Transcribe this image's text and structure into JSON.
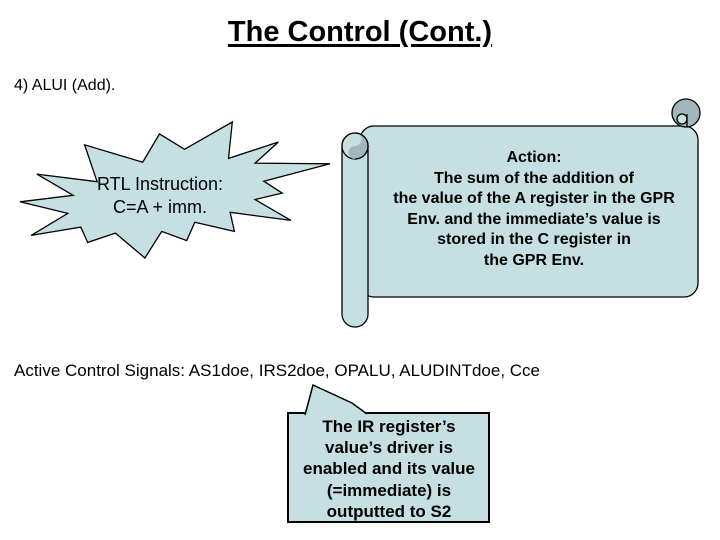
{
  "title": "The Control (Cont.)",
  "subtitle": "4) ALUI (Add).",
  "starburst": {
    "lines": [
      "RTL Instruction:",
      "C=A + imm."
    ]
  },
  "scroll": {
    "lines": [
      "Action:",
      "The sum of the addition of",
      "the value of the A register in the GPR",
      "Env. and the immediate’s value is",
      "stored in the C register in",
      "the GPR Env."
    ]
  },
  "signals_line": "Active Control Signals: AS1doe, IRS2doe, OPALU, ALUDINTdoe, Cce",
  "callout": {
    "lines": [
      "The IR register’s",
      "value’s driver is",
      "enabled and its value",
      "(=immediate) is",
      "outputted to S2"
    ]
  },
  "colors": {
    "shape_fill": "#c5dfe2",
    "shape_curl": "#a0b8bd",
    "outline": "#000000",
    "text": "#000000",
    "background": "#ffffff"
  }
}
